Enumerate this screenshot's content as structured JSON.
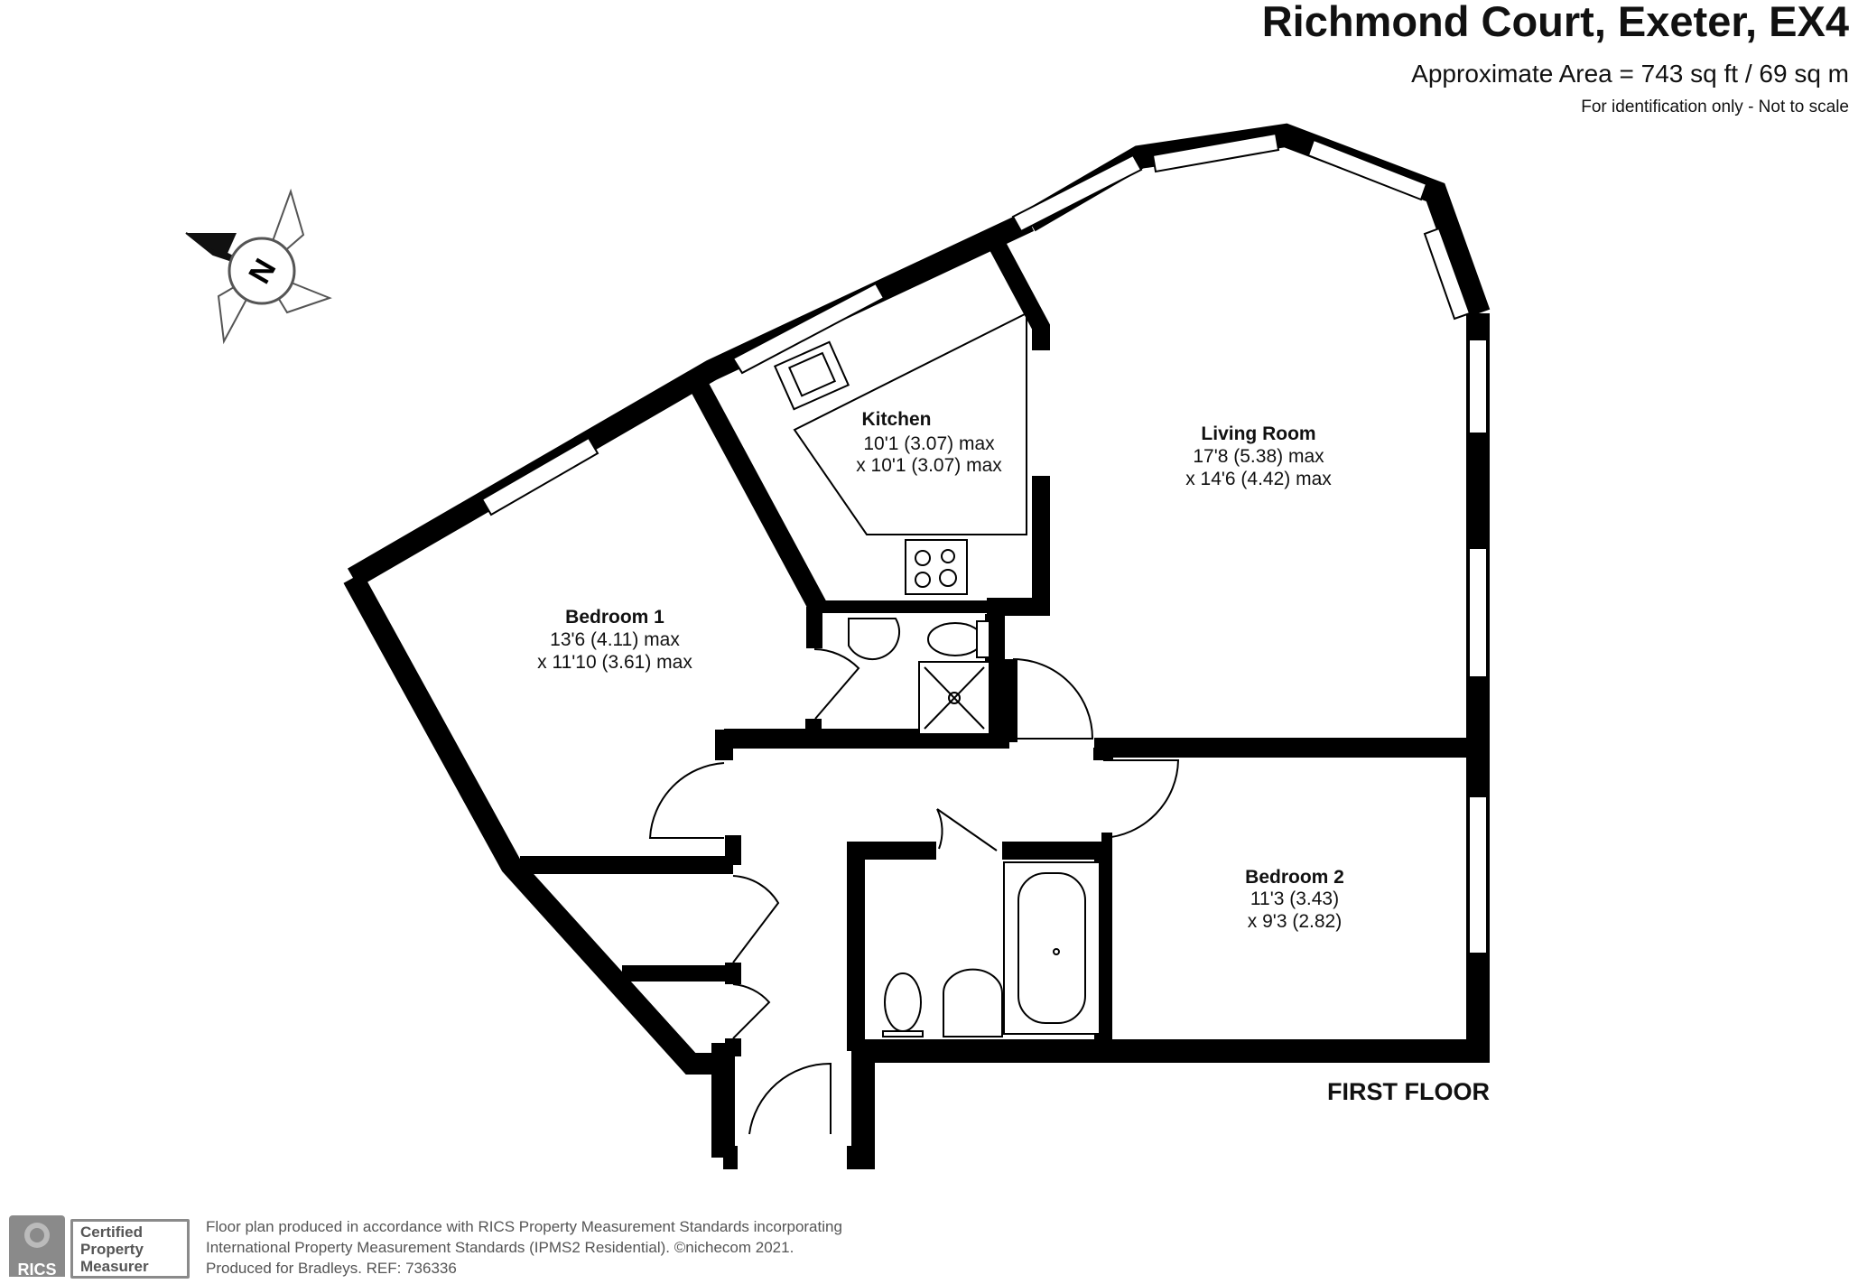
{
  "header": {
    "title": "Richmond Court, Exeter, EX4",
    "area": "Approximate Area = 743 sq ft / 69 sq m",
    "note": "For identification only - Not to scale"
  },
  "compass": {
    "label": "N",
    "icon": "compass-rose-icon"
  },
  "rooms": {
    "kitchen": {
      "name": "Kitchen",
      "dim1": "10'1 (3.07) max",
      "dim2": "x 10'1 (3.07) max"
    },
    "living": {
      "name": "Living Room",
      "dim1": "17'8 (5.38) max",
      "dim2": "x 14'6 (4.42) max"
    },
    "bedroom1": {
      "name": "Bedroom 1",
      "dim1": "13'6 (4.11) max",
      "dim2": "x 11'10 (3.61) max"
    },
    "bedroom2": {
      "name": "Bedroom 2",
      "dim1": "11'3 (3.43)",
      "dim2": "x 9'3 (2.82)"
    }
  },
  "floor_label": "FIRST FLOOR",
  "colors": {
    "wall": "#000000",
    "window": "#ffffff",
    "text_gray": "#555555",
    "badge_gray": "#8a8a8a"
  },
  "footer": {
    "rics": "RICS",
    "cert_line1": "Certified",
    "cert_line2": "Property",
    "cert_line3": "Measurer",
    "line1": "Floor plan produced in accordance with RICS Property Measurement Standards incorporating",
    "line2": "International Property Measurement Standards (IPMS2 Residential).   ©nichecom 2021.",
    "line3": "Produced for Bradleys.   REF: 736336"
  }
}
